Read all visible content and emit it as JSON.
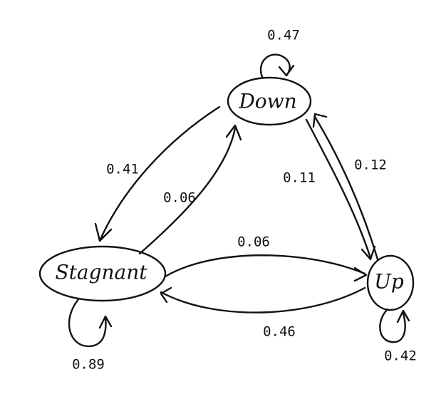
{
  "nodes": {
    "down": {
      "label": "Down"
    },
    "stagnant": {
      "label": "Stagnant"
    },
    "up": {
      "label": "Up"
    }
  },
  "transitions": {
    "down_to_down": "0.47",
    "down_to_stagnant": "0.41",
    "stagnant_to_down": "0.06",
    "down_to_up": "0.11",
    "up_to_down": "0.12",
    "stagnant_to_up": "0.06",
    "up_to_stagnant": "0.46",
    "stagnant_to_stagnant": "0.89",
    "up_to_up": "0.42"
  }
}
